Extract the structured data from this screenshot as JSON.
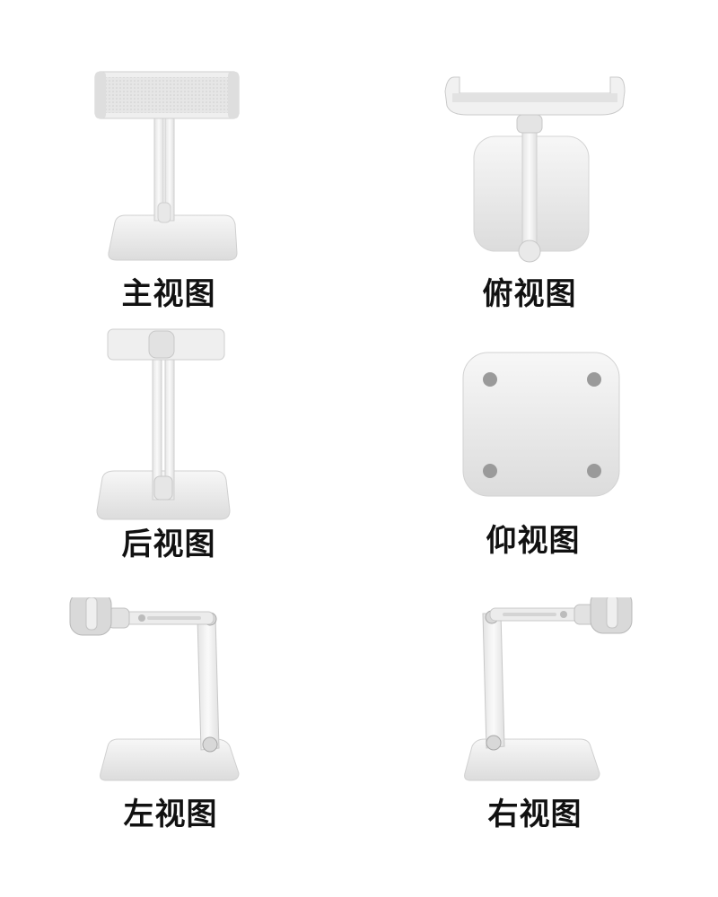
{
  "views": [
    {
      "id": "front",
      "label": "主视图"
    },
    {
      "id": "top",
      "label": "俯视图"
    },
    {
      "id": "back",
      "label": "后视图"
    },
    {
      "id": "bottom",
      "label": "仰视图"
    },
    {
      "id": "left",
      "label": "左视图"
    },
    {
      "id": "right",
      "label": "右视图"
    }
  ],
  "colors": {
    "background": "#ffffff",
    "product": "#f2f2f2",
    "product_shade": "#d9d9d9",
    "pad": "#9a9a9a",
    "text": "#111111"
  }
}
